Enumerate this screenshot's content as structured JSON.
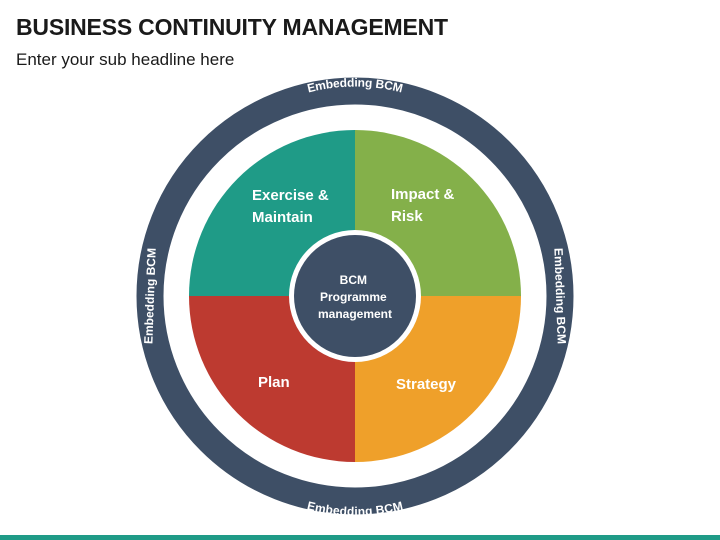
{
  "header": {
    "title": "BUSINESS CONTINUITY MANAGEMENT",
    "subtitle": "Enter your sub headline here"
  },
  "ring": {
    "label_top": "Embedding BCM",
    "label_right": "Embedding BCM",
    "label_bottom": "Embedding BCM",
    "label_left": "Embedding BCM",
    "color": "#3e4f66"
  },
  "quadrants": [
    {
      "name": "exercise",
      "line1": "Exercise &",
      "line2": "Maintain",
      "color": "#1f9b87"
    },
    {
      "name": "impact",
      "line1": "Impact &",
      "line2": "Risk",
      "color": "#84b04a"
    },
    {
      "name": "strategy",
      "line1": "Strategy",
      "line2": "",
      "color": "#efa02a"
    },
    {
      "name": "plan",
      "line1": "Plan",
      "line2": "",
      "color": "#bd3a30"
    }
  ],
  "center": {
    "line1": "BCM",
    "line2": "Programme",
    "line3": "management",
    "color": "#3e4f66"
  },
  "footer": {
    "bar_color": "#1f9b87"
  }
}
